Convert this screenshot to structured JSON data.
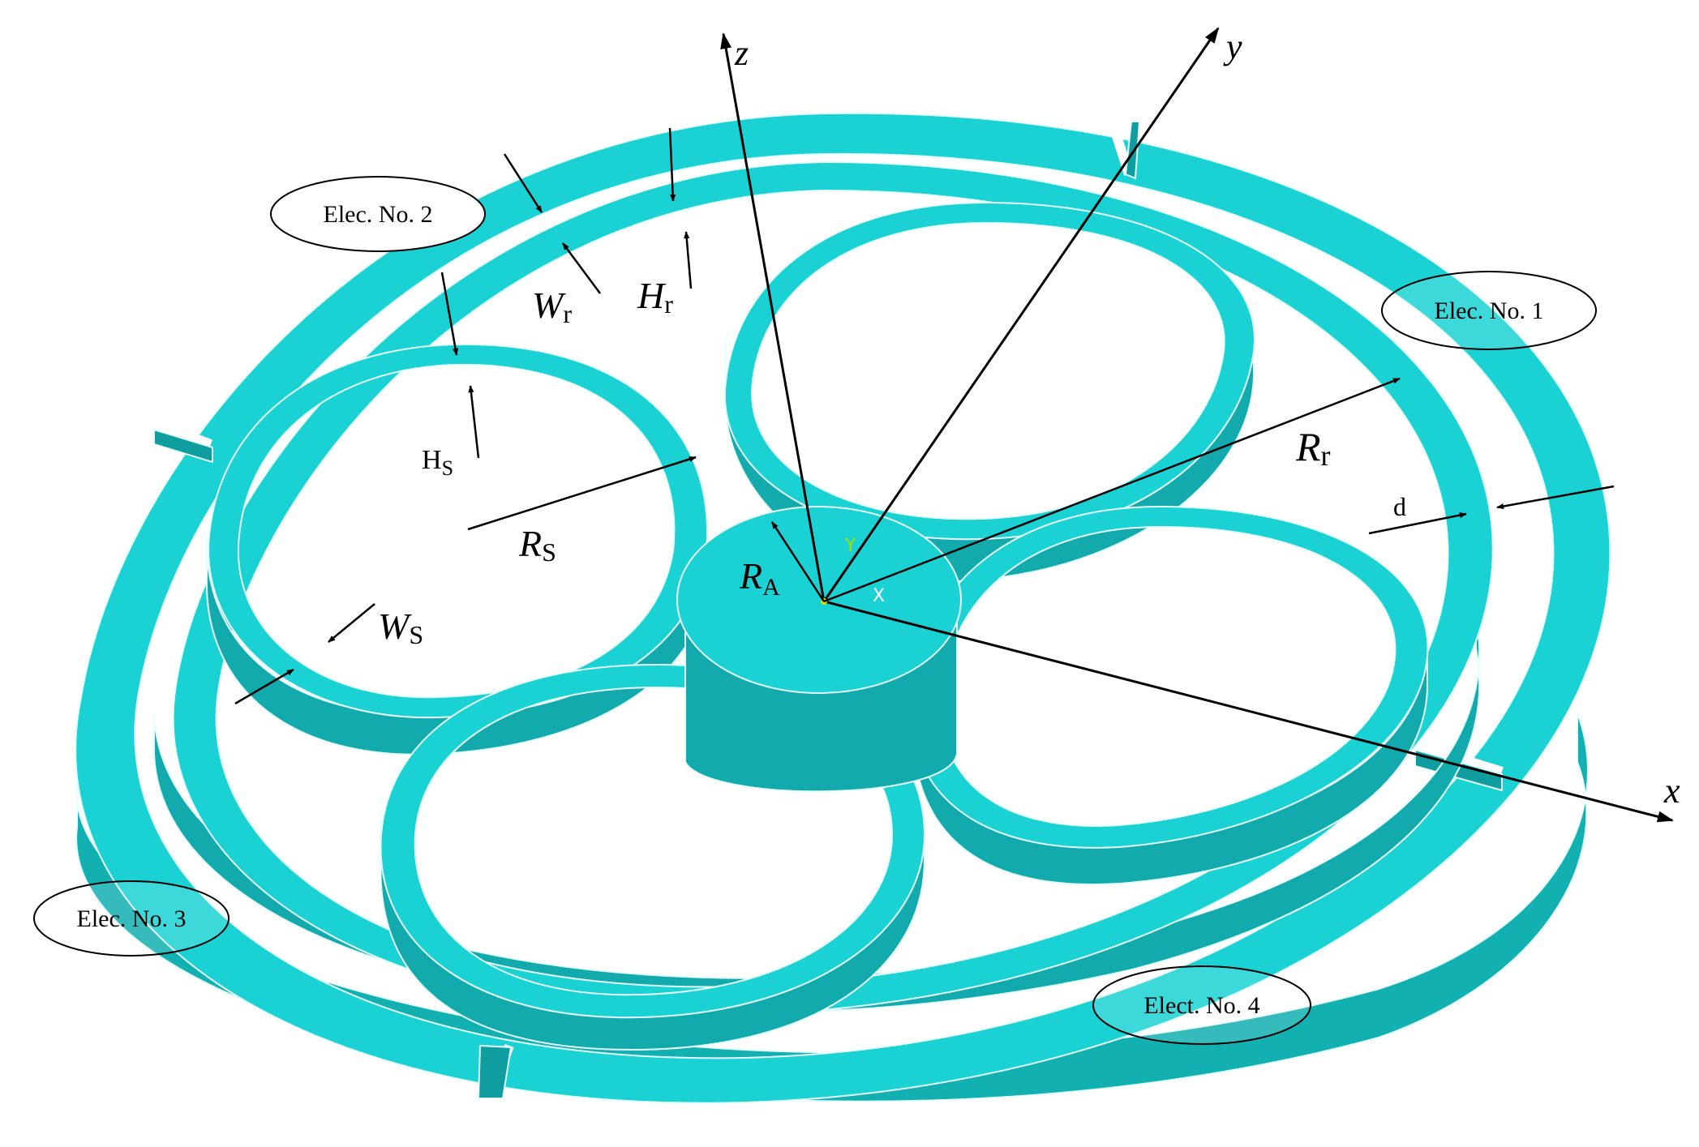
{
  "colors": {
    "background": "#ffffff",
    "face": "#1ad2d4",
    "side": "#14b4b6",
    "side_dark": "#0f9d9f",
    "edge": "#e6ffff",
    "ink": "#000000",
    "triad_y": "#9ce000",
    "triad_x": "#ffffff"
  },
  "axes": {
    "x": "x",
    "y": "y",
    "z": "z"
  },
  "triad": {
    "x": "X",
    "y": "Y"
  },
  "electrodes": [
    {
      "id": "elec-1",
      "text": "Elec. No. 1"
    },
    {
      "id": "elec-2",
      "text": "Elec. No. 2"
    },
    {
      "id": "elec-3",
      "text": "Elec. No. 3"
    },
    {
      "id": "elec-4",
      "text": "Elect. No. 4"
    }
  ],
  "dimensions": {
    "Wr": {
      "main": "W",
      "sub": "r"
    },
    "Hr": {
      "main": "H",
      "sub": "r"
    },
    "Hs": {
      "main": "H",
      "sub": "S"
    },
    "Rs": {
      "main": "R",
      "sub": "S"
    },
    "Ws": {
      "main": "W",
      "sub": "S"
    },
    "RA": {
      "main": "R",
      "sub": "A"
    },
    "Rr": {
      "main": "R",
      "sub": "r"
    },
    "d": {
      "main": "d",
      "sub": ""
    }
  }
}
